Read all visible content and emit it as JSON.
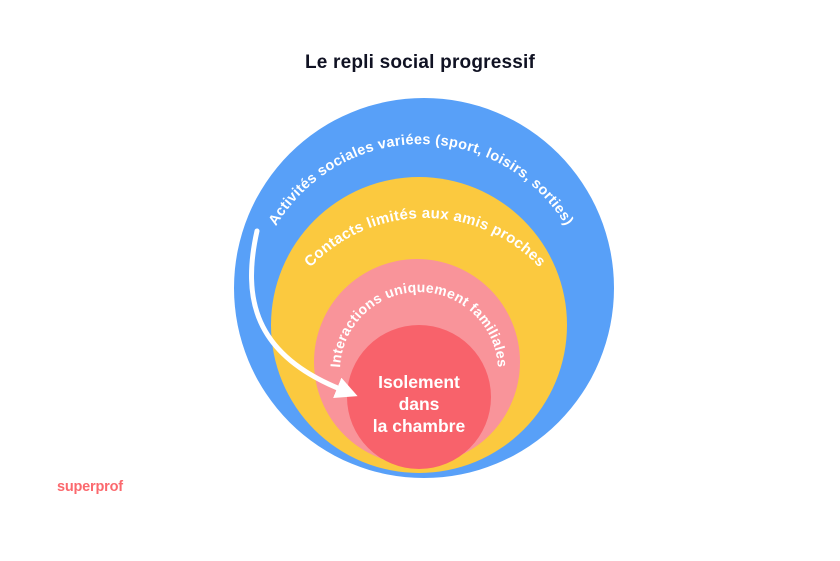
{
  "title": "Le repli social progressif",
  "brand": {
    "name": "superprof",
    "color": "#fb696e"
  },
  "diagram": {
    "type": "nested-circles",
    "levels": [
      {
        "label": "Activités sociales variées (sport, loisirs, sorties)",
        "color": "#58a0f8",
        "text_color": "#ffffff"
      },
      {
        "label": "Contacts limités aux amis proches",
        "color": "#fbc93f",
        "text_color": "#ffffff"
      },
      {
        "label": "Interactions uniquement familiales",
        "color": "#f9949a",
        "text_color": "#ffffff"
      },
      {
        "label": "Isolement dans la chambre",
        "lines": [
          "Isolement",
          "dans",
          "la chambre"
        ],
        "color": "#f8626b",
        "text_color": "#ffffff"
      }
    ],
    "arrow": {
      "color": "#ffffff",
      "direction": "outer-to-inner"
    }
  }
}
